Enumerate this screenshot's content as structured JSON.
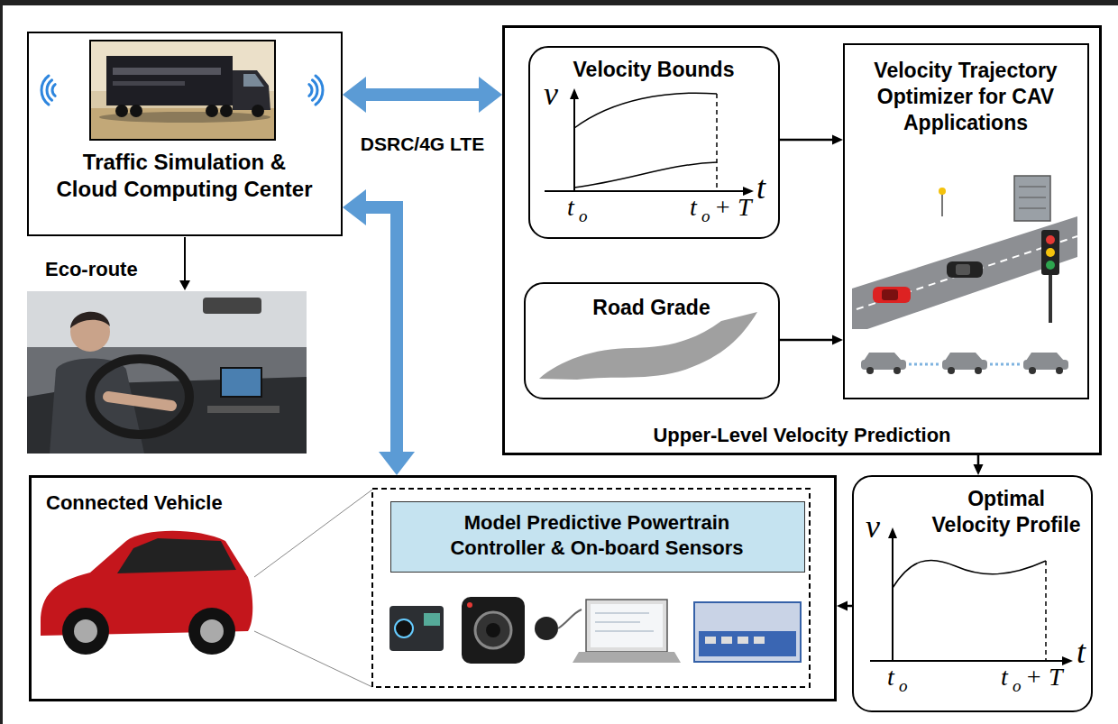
{
  "diagram": {
    "nodes": [
      {
        "text": [
          "Traffic Simulation & Cloud Computing Center"
        ]
      },
      {
        "text": [
          "Upper-Level Velocity Prediction"
        ]
      },
      {
        "text": [
          "Velocity Bounds"
        ],
        "in": 1
      },
      {
        "text": [
          "Velocity Trajectory Optimizer for CAV Applications"
        ],
        "in": 1
      },
      {
        "text": [
          "Road Grade"
        ],
        "in": 1
      },
      {
        "text": [
          "Optimal Velocity Profile"
        ]
      },
      {
        "text": [
          "Connected Vehicle"
        ]
      },
      {
        "text": [
          "Model Predictive Powertrain Controller & On-board Sensors"
        ],
        "in": 6
      }
    ],
    "edges": [
      {
        "from": 0,
        "to": 1,
        "arrow": "both",
        "label": "DSRC/4G LTE"
      },
      {
        "from": 0,
        "to": 6,
        "arrow": "both"
      },
      {
        "from": 2,
        "to": 3,
        "arrow": "to"
      },
      {
        "from": 4,
        "to": 3,
        "arrow": "to"
      },
      {
        "from": 1,
        "to": 5,
        "arrow": "to"
      },
      {
        "from": 5,
        "to": 6,
        "arrow": "to"
      }
    ],
    "labels": [
      "Eco-route",
      "v",
      "t",
      "t",
      "o",
      "t",
      "o",
      "+ T",
      "v",
      "t",
      "t",
      "o",
      "t",
      "o",
      "+ T"
    ]
  }
}
